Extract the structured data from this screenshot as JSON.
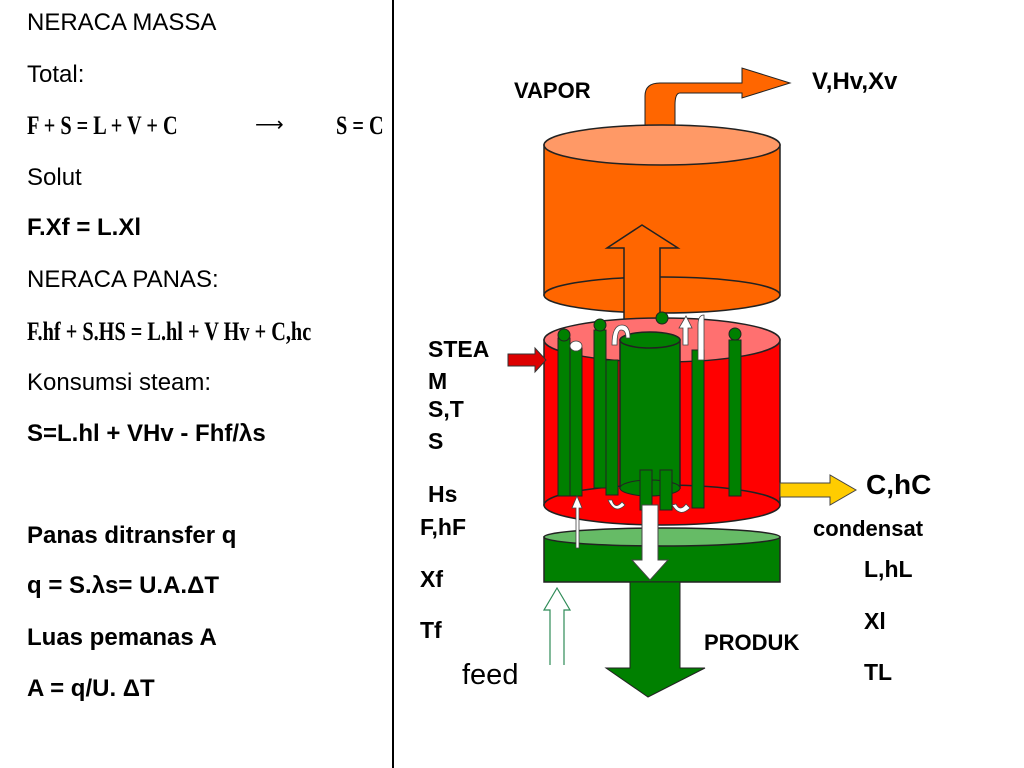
{
  "left": {
    "heading_mass": "NERACA MASSA",
    "total_label": "Total:",
    "mass_eq_left": "F + S  = L + V + C",
    "mass_eq_right": "S = C",
    "solute_label": "Solut",
    "solute_eq": "F.Xf = L.Xl",
    "heading_heat": "NERACA PANAS:",
    "heat_eq": "F.hf + S.HS = L.hl + V Hv + C,hc",
    "steam_label": "Konsumsi steam:",
    "steam_eq": "S=L.hl + VHv - Fhf/λs",
    "transfer_label": "Panas ditransfer q",
    "transfer_eq": "q = S.λs= U.A.ΔT",
    "area_label": "Luas pemanas A",
    "area_eq": "A = q/U. ΔT"
  },
  "diagram": {
    "vapor": "VAPOR",
    "vapor_out": "V,Hv,Xv",
    "steam_1": "STEA",
    "steam_2": "M",
    "steam_3": "S,T",
    "steam_4": "S",
    "steam_5": "Hs",
    "feed_1": "F,hF",
    "feed_2": "Xf",
    "feed_3": "Tf",
    "feed": "feed",
    "condensate": "C,hC",
    "condensate_2": "condensat",
    "product_1": "L,hL",
    "product_2": "Xl",
    "product_3": "TL",
    "product": "PRODUK"
  },
  "colors": {
    "vapor_body": "#ff6600",
    "vapor_top": "#ff9966",
    "steam_chest": "#ff0000",
    "steam_top": "#ff7070",
    "tube": "#008000",
    "bottom": "#008000",
    "bottom_top": "#66bb66",
    "condensate_arrow": "#ffcc00",
    "steam_arrow": "#dd0000"
  }
}
